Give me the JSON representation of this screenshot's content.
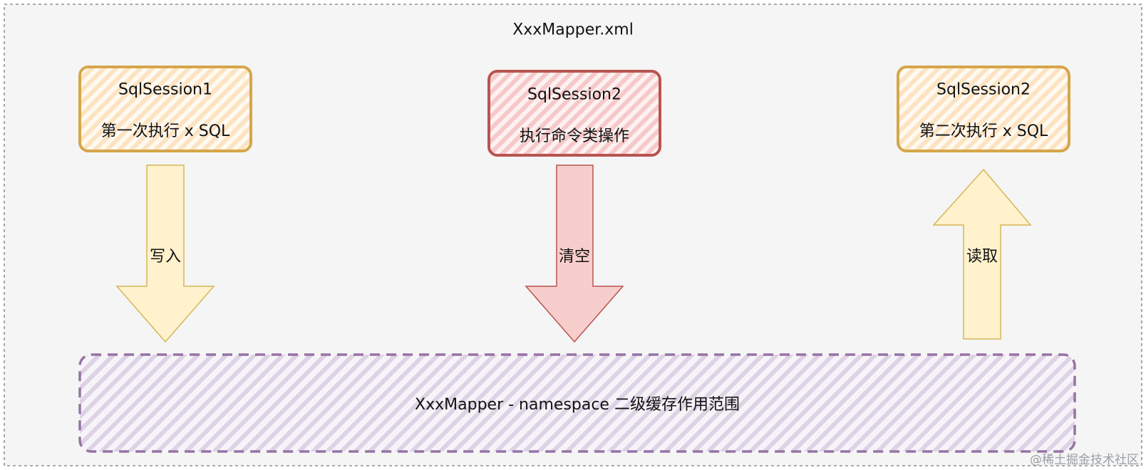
{
  "title": "XxxMapper.xml",
  "boxes": [
    {
      "title": "SqlSession1",
      "subtitle": "第一次执行 x SQL"
    },
    {
      "title": "SqlSession2",
      "subtitle": "执行命令类操作"
    },
    {
      "title": "SqlSession2",
      "subtitle": "第二次执行 x SQL"
    }
  ],
  "arrows": [
    {
      "label": "写入",
      "direction": "down"
    },
    {
      "label": "清空",
      "direction": "down"
    },
    {
      "label": "读取",
      "direction": "up"
    }
  ],
  "cache_area": {
    "label": "XxxMapper - namespace 二级缓存作用范围"
  },
  "watermark": "@稀土掘金技术社区",
  "colors": {
    "background": "#f5f5f5",
    "yellow_stroke": "#d6a64a",
    "yellow_fill": "#fff2cc",
    "red_stroke": "#b85450",
    "red_fill": "#f8cecc",
    "purple_stroke": "#9673a6",
    "purple_fill": "#e1d5e7"
  }
}
